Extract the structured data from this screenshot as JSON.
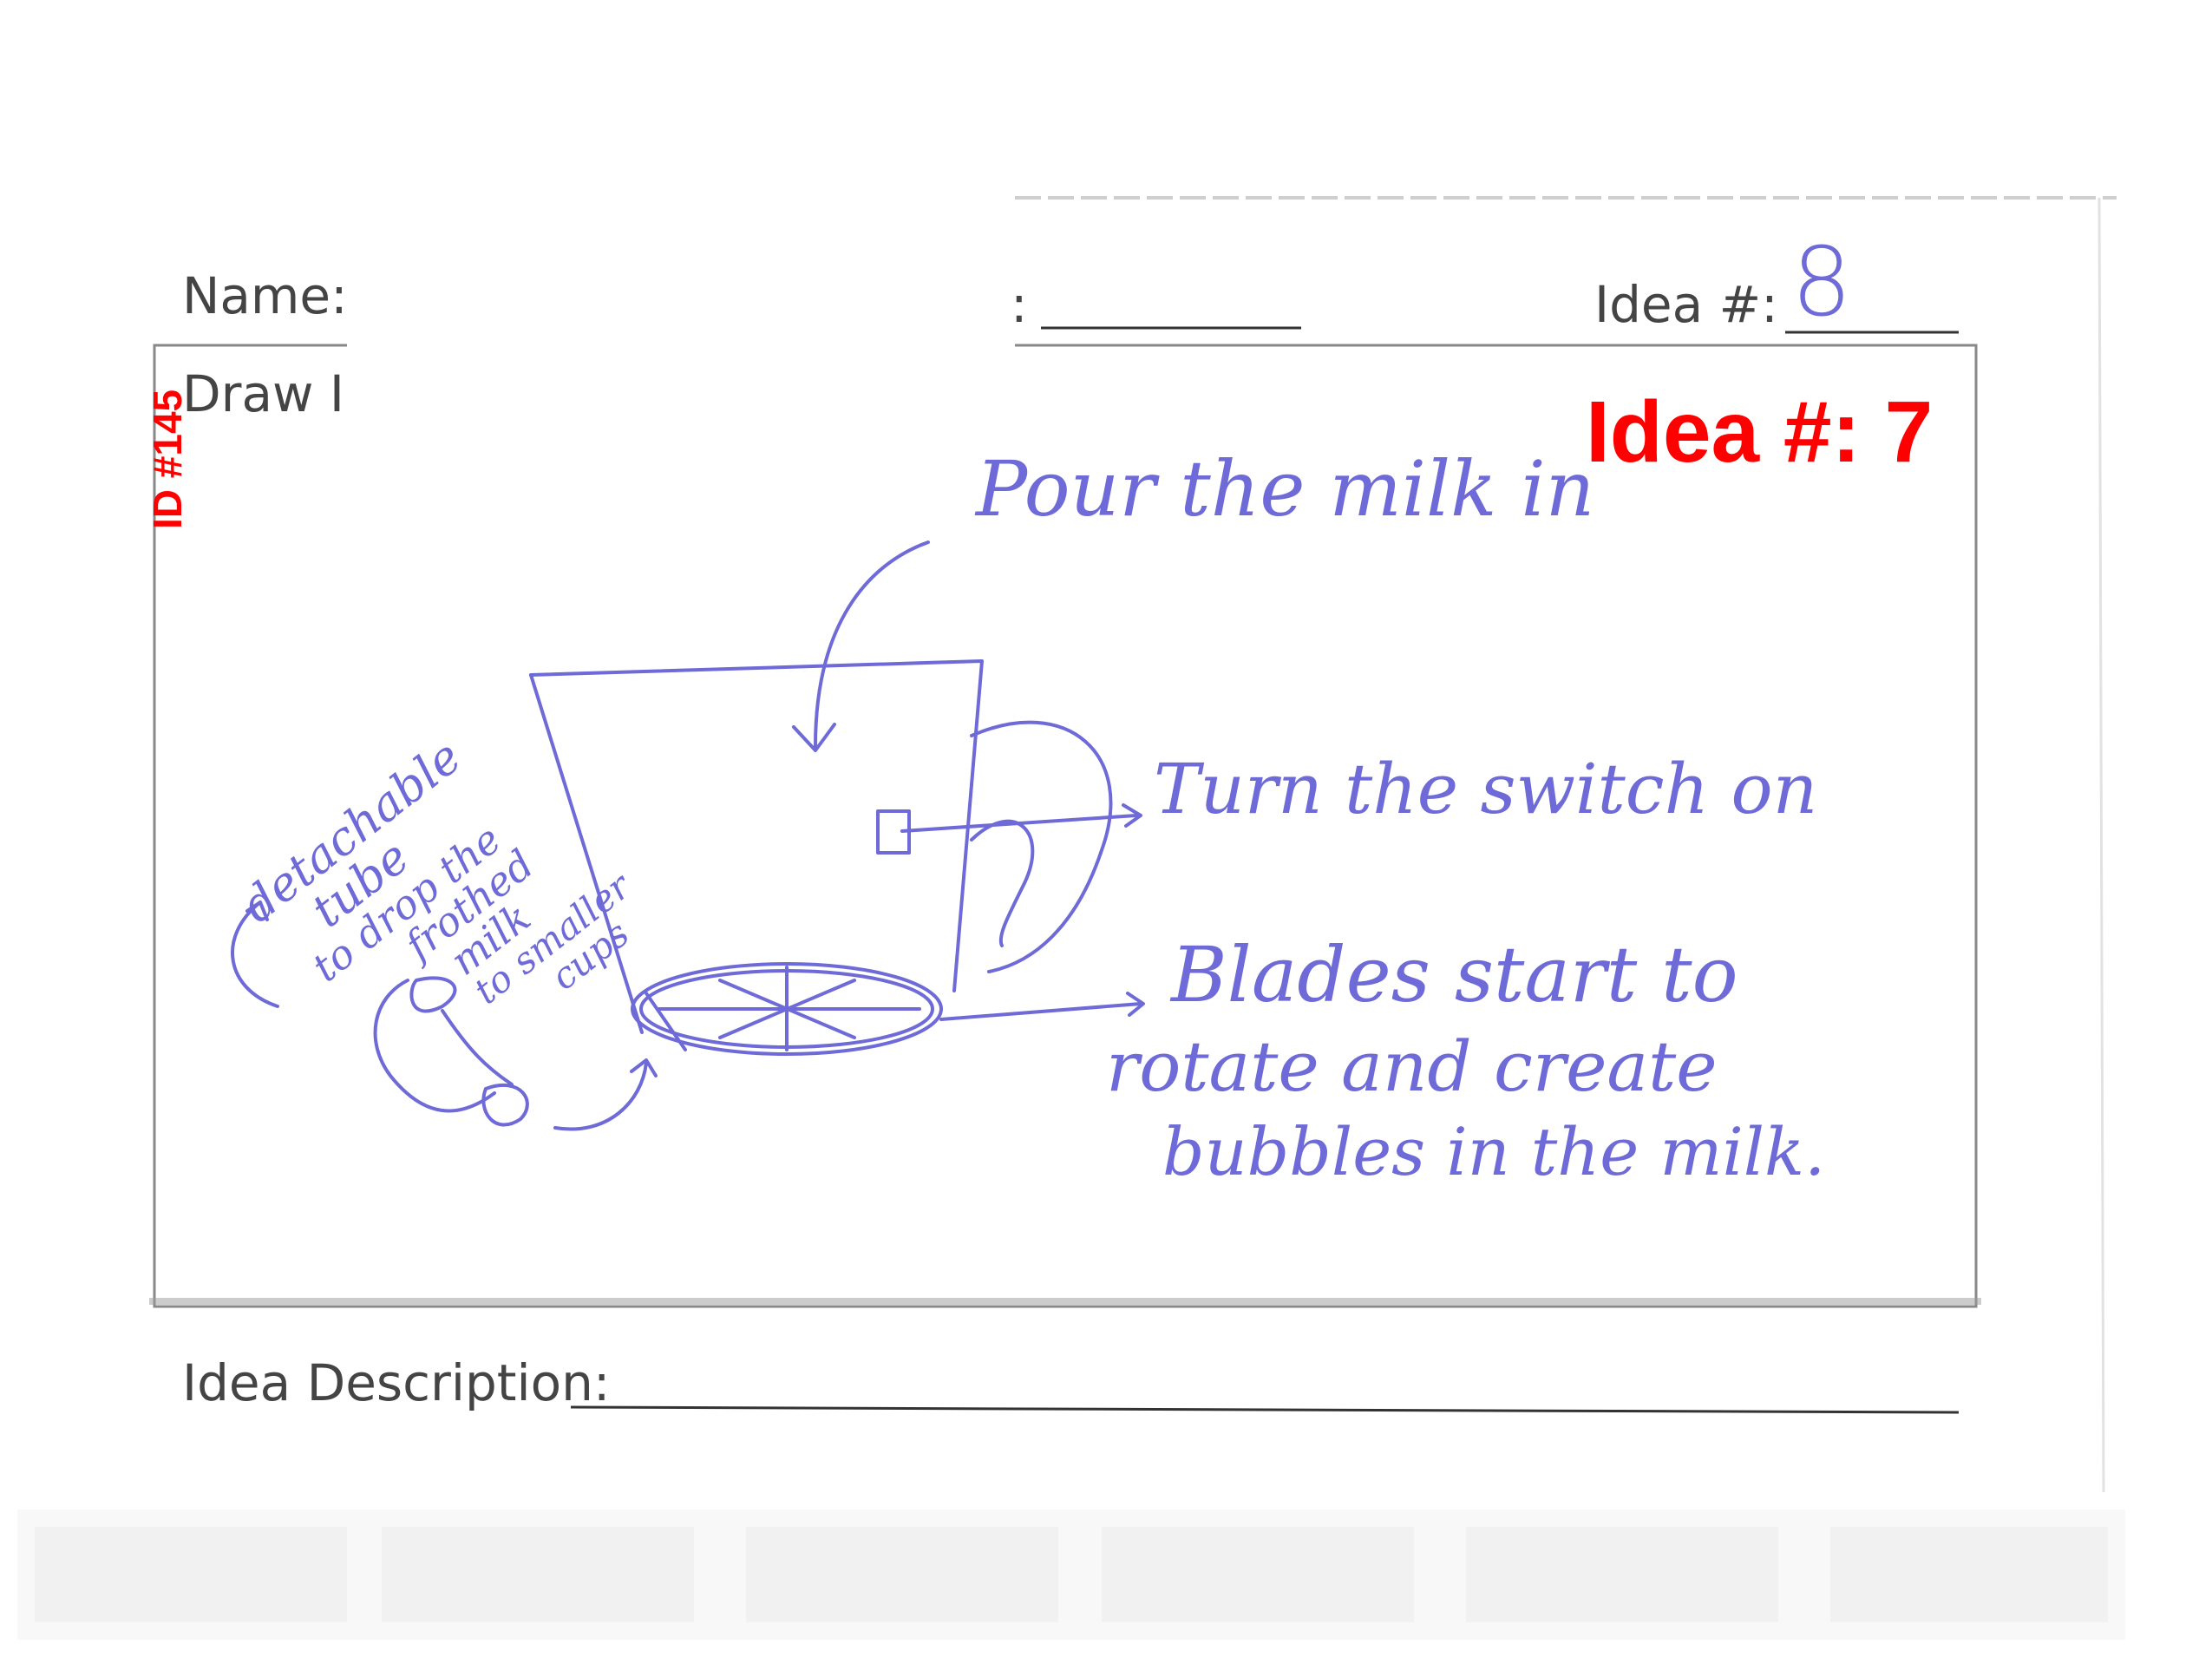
{
  "form": {
    "name_label": "Name:",
    "colon_label": ":",
    "idea_number_label": "Idea #:",
    "idea_number_value": "8",
    "draw_label": "Draw Id",
    "description_label": "Idea Description:"
  },
  "overlay": {
    "idea_tag": "Idea #: 7",
    "id_tag": "ID #145"
  },
  "sketch": {
    "note_pour": "Pour the milk in",
    "note_switch": "Turn the switch on",
    "note_blades": [
      "Blades start to",
      "rotate and create",
      "bubbles in the milk."
    ],
    "note_tube": [
      "detachable",
      "tube",
      "to drop the",
      "frothed",
      "milk",
      "to smaller",
      "cups"
    ]
  },
  "colors": {
    "ink": "#6e6ad8",
    "overlay_red": "#ff0000",
    "form_text": "#444444"
  }
}
